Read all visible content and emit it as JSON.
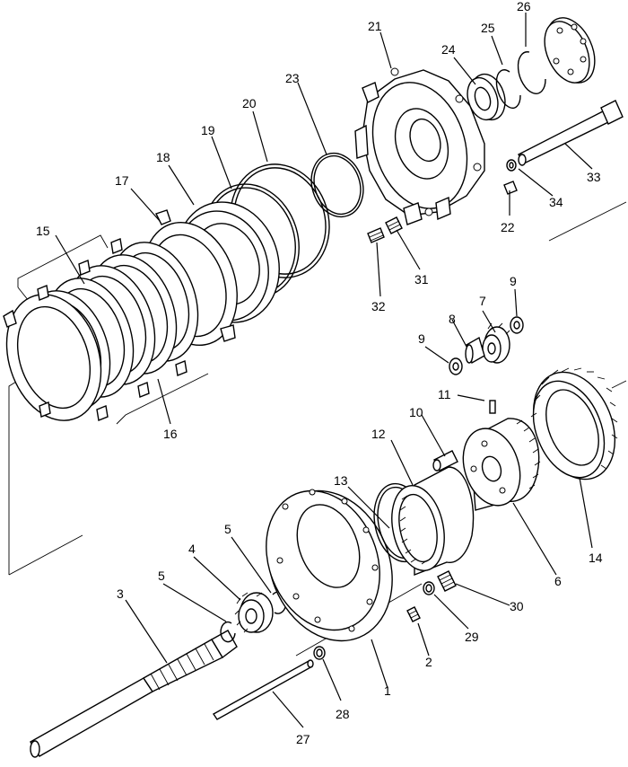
{
  "callouts": {
    "c1": "1",
    "c2": "2",
    "c3": "3",
    "c4": "4",
    "c5a": "5",
    "c5b": "5",
    "c6": "6",
    "c7": "7",
    "c8": "8",
    "c9a": "9",
    "c9b": "9",
    "c10": "10",
    "c11": "11",
    "c12": "12",
    "c13": "13",
    "c14": "14",
    "c15": "15",
    "c16": "16",
    "c17": "17",
    "c18": "18",
    "c19": "19",
    "c20": "20",
    "c21": "21",
    "c22": "22",
    "c23": "23",
    "c24": "24",
    "c25": "25",
    "c26": "26",
    "c27": "27",
    "c28": "28",
    "c29": "29",
    "c30": "30",
    "c31": "31",
    "c32": "32",
    "c33": "33",
    "c34": "34"
  }
}
